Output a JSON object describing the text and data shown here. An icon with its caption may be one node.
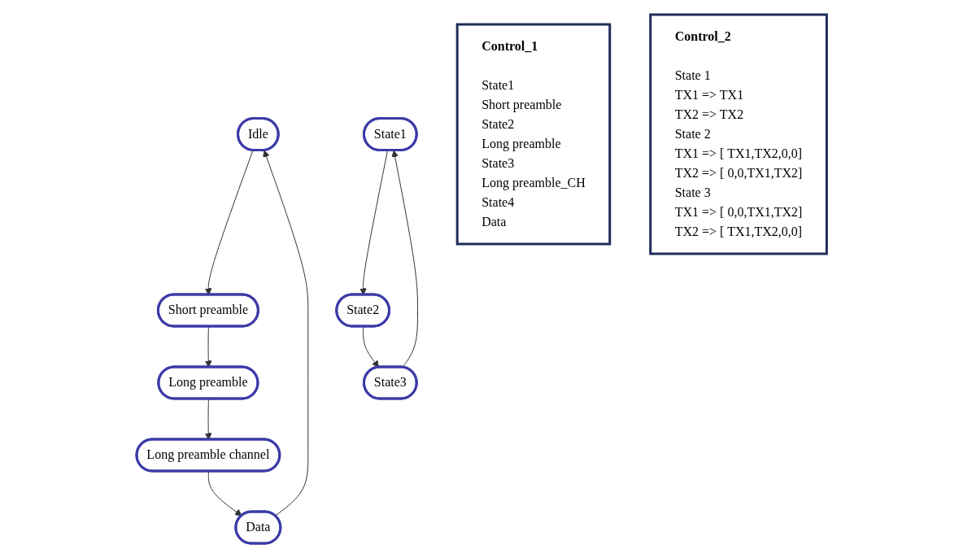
{
  "diagram": {
    "nodes": [
      {
        "text": [
          "Control_1",
          "State1",
          "Short preamble",
          "State2",
          "Long preamble",
          "State3",
          "Long preamble_CH",
          "State4",
          "Data"
        ]
      },
      {
        "text": [
          "Idle"
        ]
      },
      {
        "text": [
          "Short preamble"
        ]
      },
      {
        "text": [
          "Long preamble"
        ]
      },
      {
        "text": [
          "Long preamble channel"
        ]
      },
      {
        "text": [
          "Data"
        ]
      },
      {
        "text": [
          "Control_2",
          "State 1",
          "TX1 => TX1",
          "TX2 => TX2",
          "State 2",
          "TX1 => [ TX1,TX2,0,0]",
          "TX2 => [ 0,0,TX1,TX2]",
          "State 3",
          "TX1 => [ 0,0,TX1,TX2]",
          "TX2 => [ TX1,TX2,0,0]"
        ]
      },
      {
        "text": [
          "State1"
        ]
      },
      {
        "text": [
          "State2"
        ]
      },
      {
        "text": [
          "State3"
        ]
      }
    ],
    "edges": [
      {
        "from": 1,
        "to": 2,
        "arrow": "to"
      },
      {
        "from": 2,
        "to": 3,
        "arrow": "to"
      },
      {
        "from": 3,
        "to": 4,
        "arrow": "to"
      },
      {
        "from": 4,
        "to": 5,
        "arrow": "to"
      },
      {
        "from": 5,
        "to": 1,
        "arrow": "to"
      },
      {
        "from": 7,
        "to": 8,
        "arrow": "to"
      },
      {
        "from": 8,
        "to": 9,
        "arrow": "to"
      },
      {
        "from": 9,
        "to": 7,
        "arrow": "to"
      }
    ]
  }
}
